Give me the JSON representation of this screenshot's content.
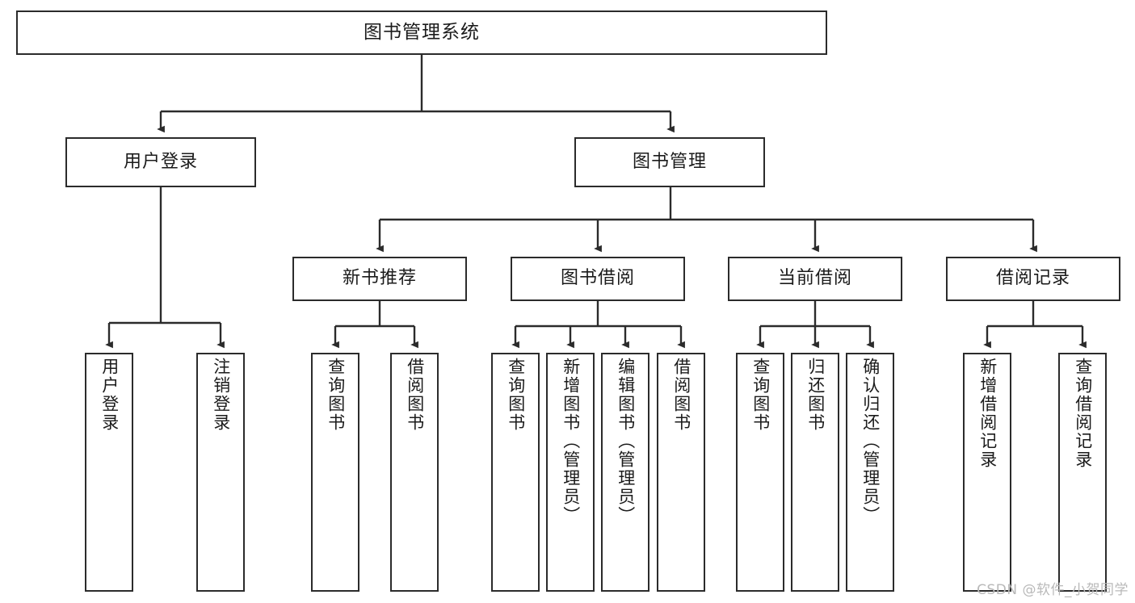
{
  "diagram": {
    "title": "图书管理系统",
    "type": "hierarchy-tree",
    "colors": {
      "box_border": "#2b2b2b",
      "box_fill": "#ffffff",
      "edge": "#2b2b2b",
      "text": "#1b1b1b",
      "watermark": "#b9b9b9"
    },
    "root": {
      "label": "图书管理系统"
    },
    "level2": [
      {
        "label": "用户登录"
      },
      {
        "label": "图书管理"
      }
    ],
    "level3": [
      {
        "label": "新书推荐"
      },
      {
        "label": "图书借阅"
      },
      {
        "label": "当前借阅"
      },
      {
        "label": "借阅记录"
      }
    ],
    "leaves": {
      "user_login": [
        {
          "label": "用户登录"
        },
        {
          "label": "注销登录"
        }
      ],
      "new_book_recommend": [
        {
          "label": "查询图书"
        },
        {
          "label": "借阅图书"
        }
      ],
      "book_borrow": [
        {
          "label": "查询图书"
        },
        {
          "label": "新增图书（管理员）"
        },
        {
          "label": "编辑图书（管理员）"
        },
        {
          "label": "借阅图书"
        }
      ],
      "current_borrow": [
        {
          "label": "查询图书"
        },
        {
          "label": "归还图书"
        },
        {
          "label": "确认归还（管理员）"
        }
      ],
      "borrow_record": [
        {
          "label": "新增借阅记录"
        },
        {
          "label": "查询借阅记录"
        }
      ]
    },
    "watermark": "CSDN @软件_小贺同学"
  }
}
